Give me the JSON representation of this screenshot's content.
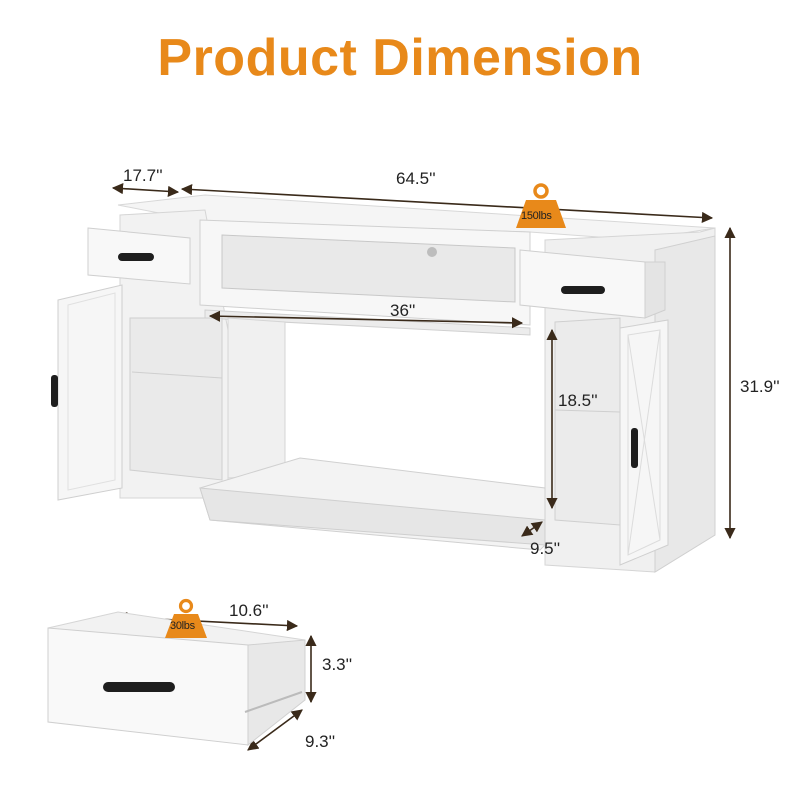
{
  "title": "Product Dimension",
  "dimensions": {
    "depth": "17.7''",
    "width": "64.5''",
    "shelf_width": "36''",
    "height": "31.9''",
    "cabinet_shelf_height": "18.5''",
    "base_depth": "9.5''",
    "drawer_width": "10.6''",
    "drawer_height": "3.3''",
    "drawer_depth": "9.3''"
  },
  "weights": {
    "top_capacity": "150lbs",
    "drawer_capacity": "30lbs"
  },
  "colors": {
    "accent": "#E8891A",
    "arrow": "#3a2a1a",
    "furniture": "#f4f4f4"
  },
  "icons": {
    "weight": "weight-icon",
    "handle": "handle-icon"
  }
}
